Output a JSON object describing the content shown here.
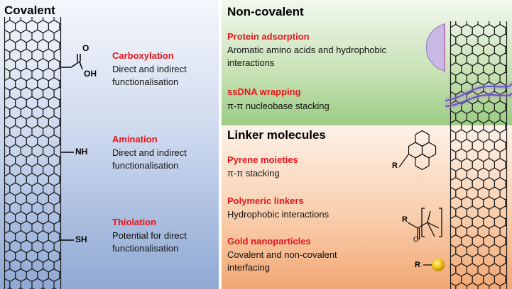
{
  "covalent": {
    "header": "Covalent",
    "items": [
      {
        "title": "Carboxylation",
        "lines": [
          "Direct and indirect",
          "functionalisation"
        ]
      },
      {
        "title": "Amination",
        "lines": [
          "Direct and indirect",
          "functionalisation"
        ]
      },
      {
        "title": "Thiolation",
        "lines": [
          "Potential for direct",
          "functionalisation"
        ]
      }
    ],
    "groups": {
      "o": "O",
      "oh": "OH",
      "nh": "NH",
      "sh": "SH"
    }
  },
  "noncovalent": {
    "header": "Non-covalent",
    "items": [
      {
        "title": "Protein adsorption",
        "lines": [
          "Aromatic amino acids and hydrophobic",
          "interactions"
        ]
      },
      {
        "title": "ssDNA wrapping",
        "lines": [
          "π-π nucleobase stacking"
        ]
      }
    ]
  },
  "linker": {
    "header": "Linker molecules",
    "items": [
      {
        "title": "Pyrene moieties",
        "lines": [
          "π-π stacking"
        ]
      },
      {
        "title": "Polymeric linkers",
        "lines": [
          "Hydrophobic interactions"
        ]
      },
      {
        "title": "Gold nanoparticles",
        "lines": [
          "Covalent and non-covalent",
          "interfacing"
        ]
      }
    ],
    "groups": {
      "r": "R"
    }
  },
  "colors": {
    "title_red": "#e8141b",
    "covalent_bg": "#aebfe2",
    "noncovalent_bg": "#b5d9a0",
    "linker_bg": "#f7be92",
    "protein": "#c9b8e3",
    "dna": "#4f5fc0",
    "gold": "#f2c511"
  }
}
